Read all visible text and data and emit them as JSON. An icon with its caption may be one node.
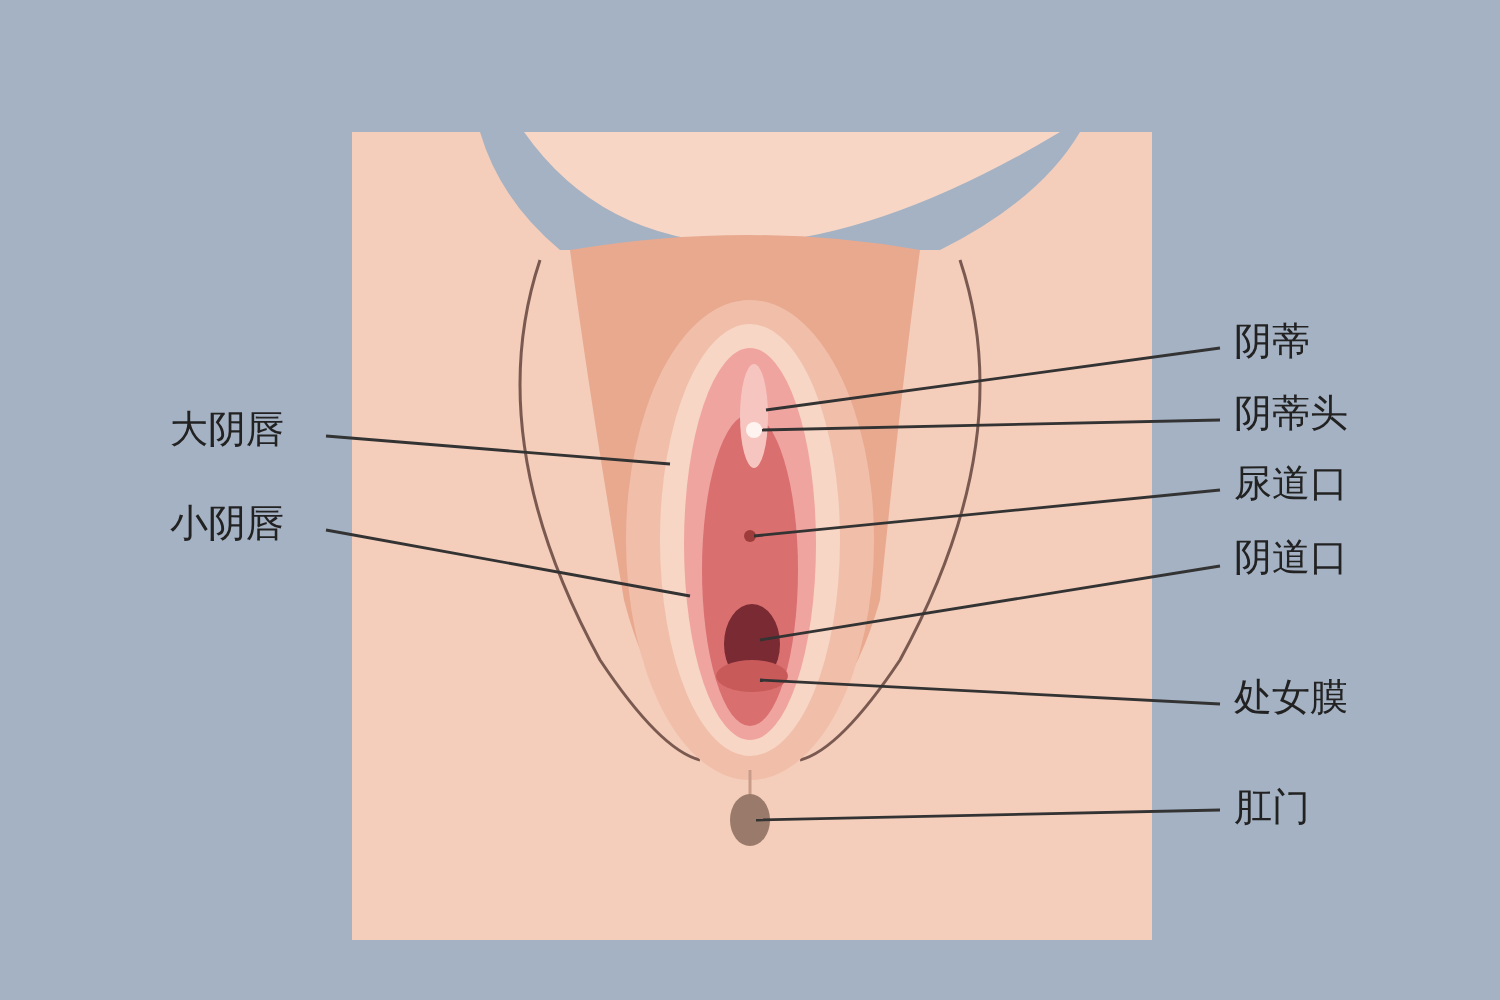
{
  "diagram": {
    "nodes": [
      {
        "text": [
          "大阴唇"
        ]
      },
      {
        "text": [
          "小阴唇"
        ]
      },
      {
        "text": [
          "阴蒂"
        ]
      },
      {
        "text": [
          "阴蒂头"
        ]
      },
      {
        "text": [
          "尿道口"
        ]
      },
      {
        "text": [
          "阴道口"
        ]
      },
      {
        "text": [
          "处女膜"
        ]
      },
      {
        "text": [
          "肛门"
        ]
      }
    ],
    "edges": [
      {
        "from": 0,
        "to": null,
        "arrow": "none"
      },
      {
        "from": 1,
        "to": null,
        "arrow": "none"
      },
      {
        "from": 2,
        "to": null,
        "arrow": "none"
      },
      {
        "from": 3,
        "to": null,
        "arrow": "none"
      },
      {
        "from": 4,
        "to": null,
        "arrow": "none"
      },
      {
        "from": 5,
        "to": null,
        "arrow": "none"
      },
      {
        "from": 6,
        "to": null,
        "arrow": "none"
      },
      {
        "from": 7,
        "to": null,
        "arrow": "none"
      }
    ]
  }
}
